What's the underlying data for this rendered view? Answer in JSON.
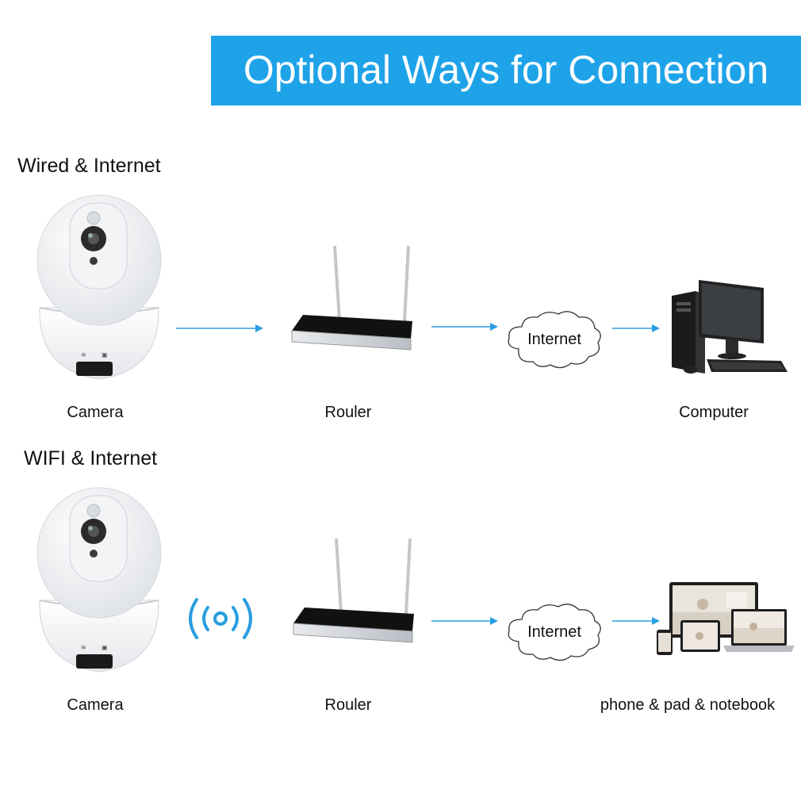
{
  "banner": {
    "title": "Optional Ways for Connection"
  },
  "colors": {
    "banner": "#1ea3e9",
    "arrow": "#2a9ee0",
    "wifi": "#2a9ee0"
  },
  "sections": [
    {
      "title": "Wired & Internet",
      "camera_label": "Camera",
      "router_label": "Rouler",
      "cloud_label": "Internet",
      "end_label": "Computer",
      "end_icon": "desktop-computer-icon"
    },
    {
      "title": "WIFI & Internet",
      "camera_label": "Camera",
      "router_label": "Rouler",
      "cloud_label": "Internet",
      "end_label": "phone & pad & notebook",
      "end_icon": "mobile-devices-icon"
    }
  ]
}
